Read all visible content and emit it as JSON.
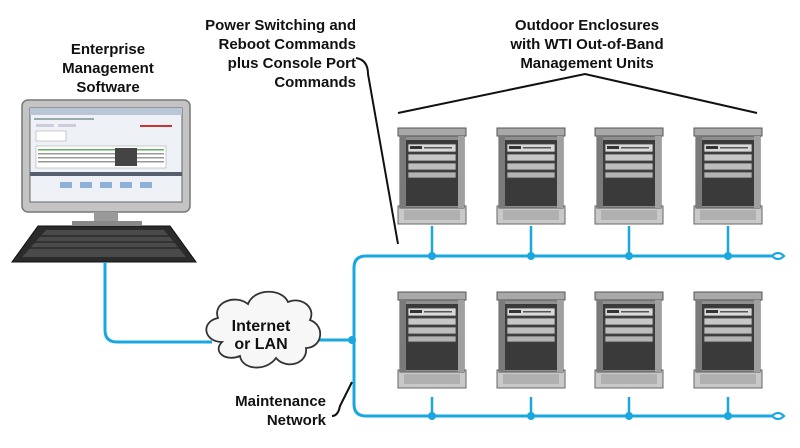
{
  "labels": {
    "ems": [
      "Enterprise",
      "Management",
      "Software"
    ],
    "commands": [
      "Power Switching and",
      "Reboot Commands",
      "plus Console Port",
      "Commands"
    ],
    "enclosures": [
      "Outdoor Enclosures",
      "with WTI Out-of-Band",
      "Management Units"
    ],
    "cloud": [
      "Internet",
      "or LAN"
    ],
    "network": [
      "Maintenance",
      "Network"
    ]
  },
  "enclosure_grid": {
    "rows": 2,
    "columns": 4
  },
  "colors": {
    "network_line": "#1aa7e0",
    "cabinet_body": "#8f8f8f",
    "cabinet_dark": "#3a3a3a",
    "cabinet_base": "#c9c9c9",
    "monitor_frame": "#b9b9b9",
    "keyboard": "#2d2d2d",
    "text": "#111111"
  },
  "icons": [
    "computer-monitor-icon",
    "keyboard-icon",
    "cloud-icon",
    "enclosure-icon"
  ]
}
